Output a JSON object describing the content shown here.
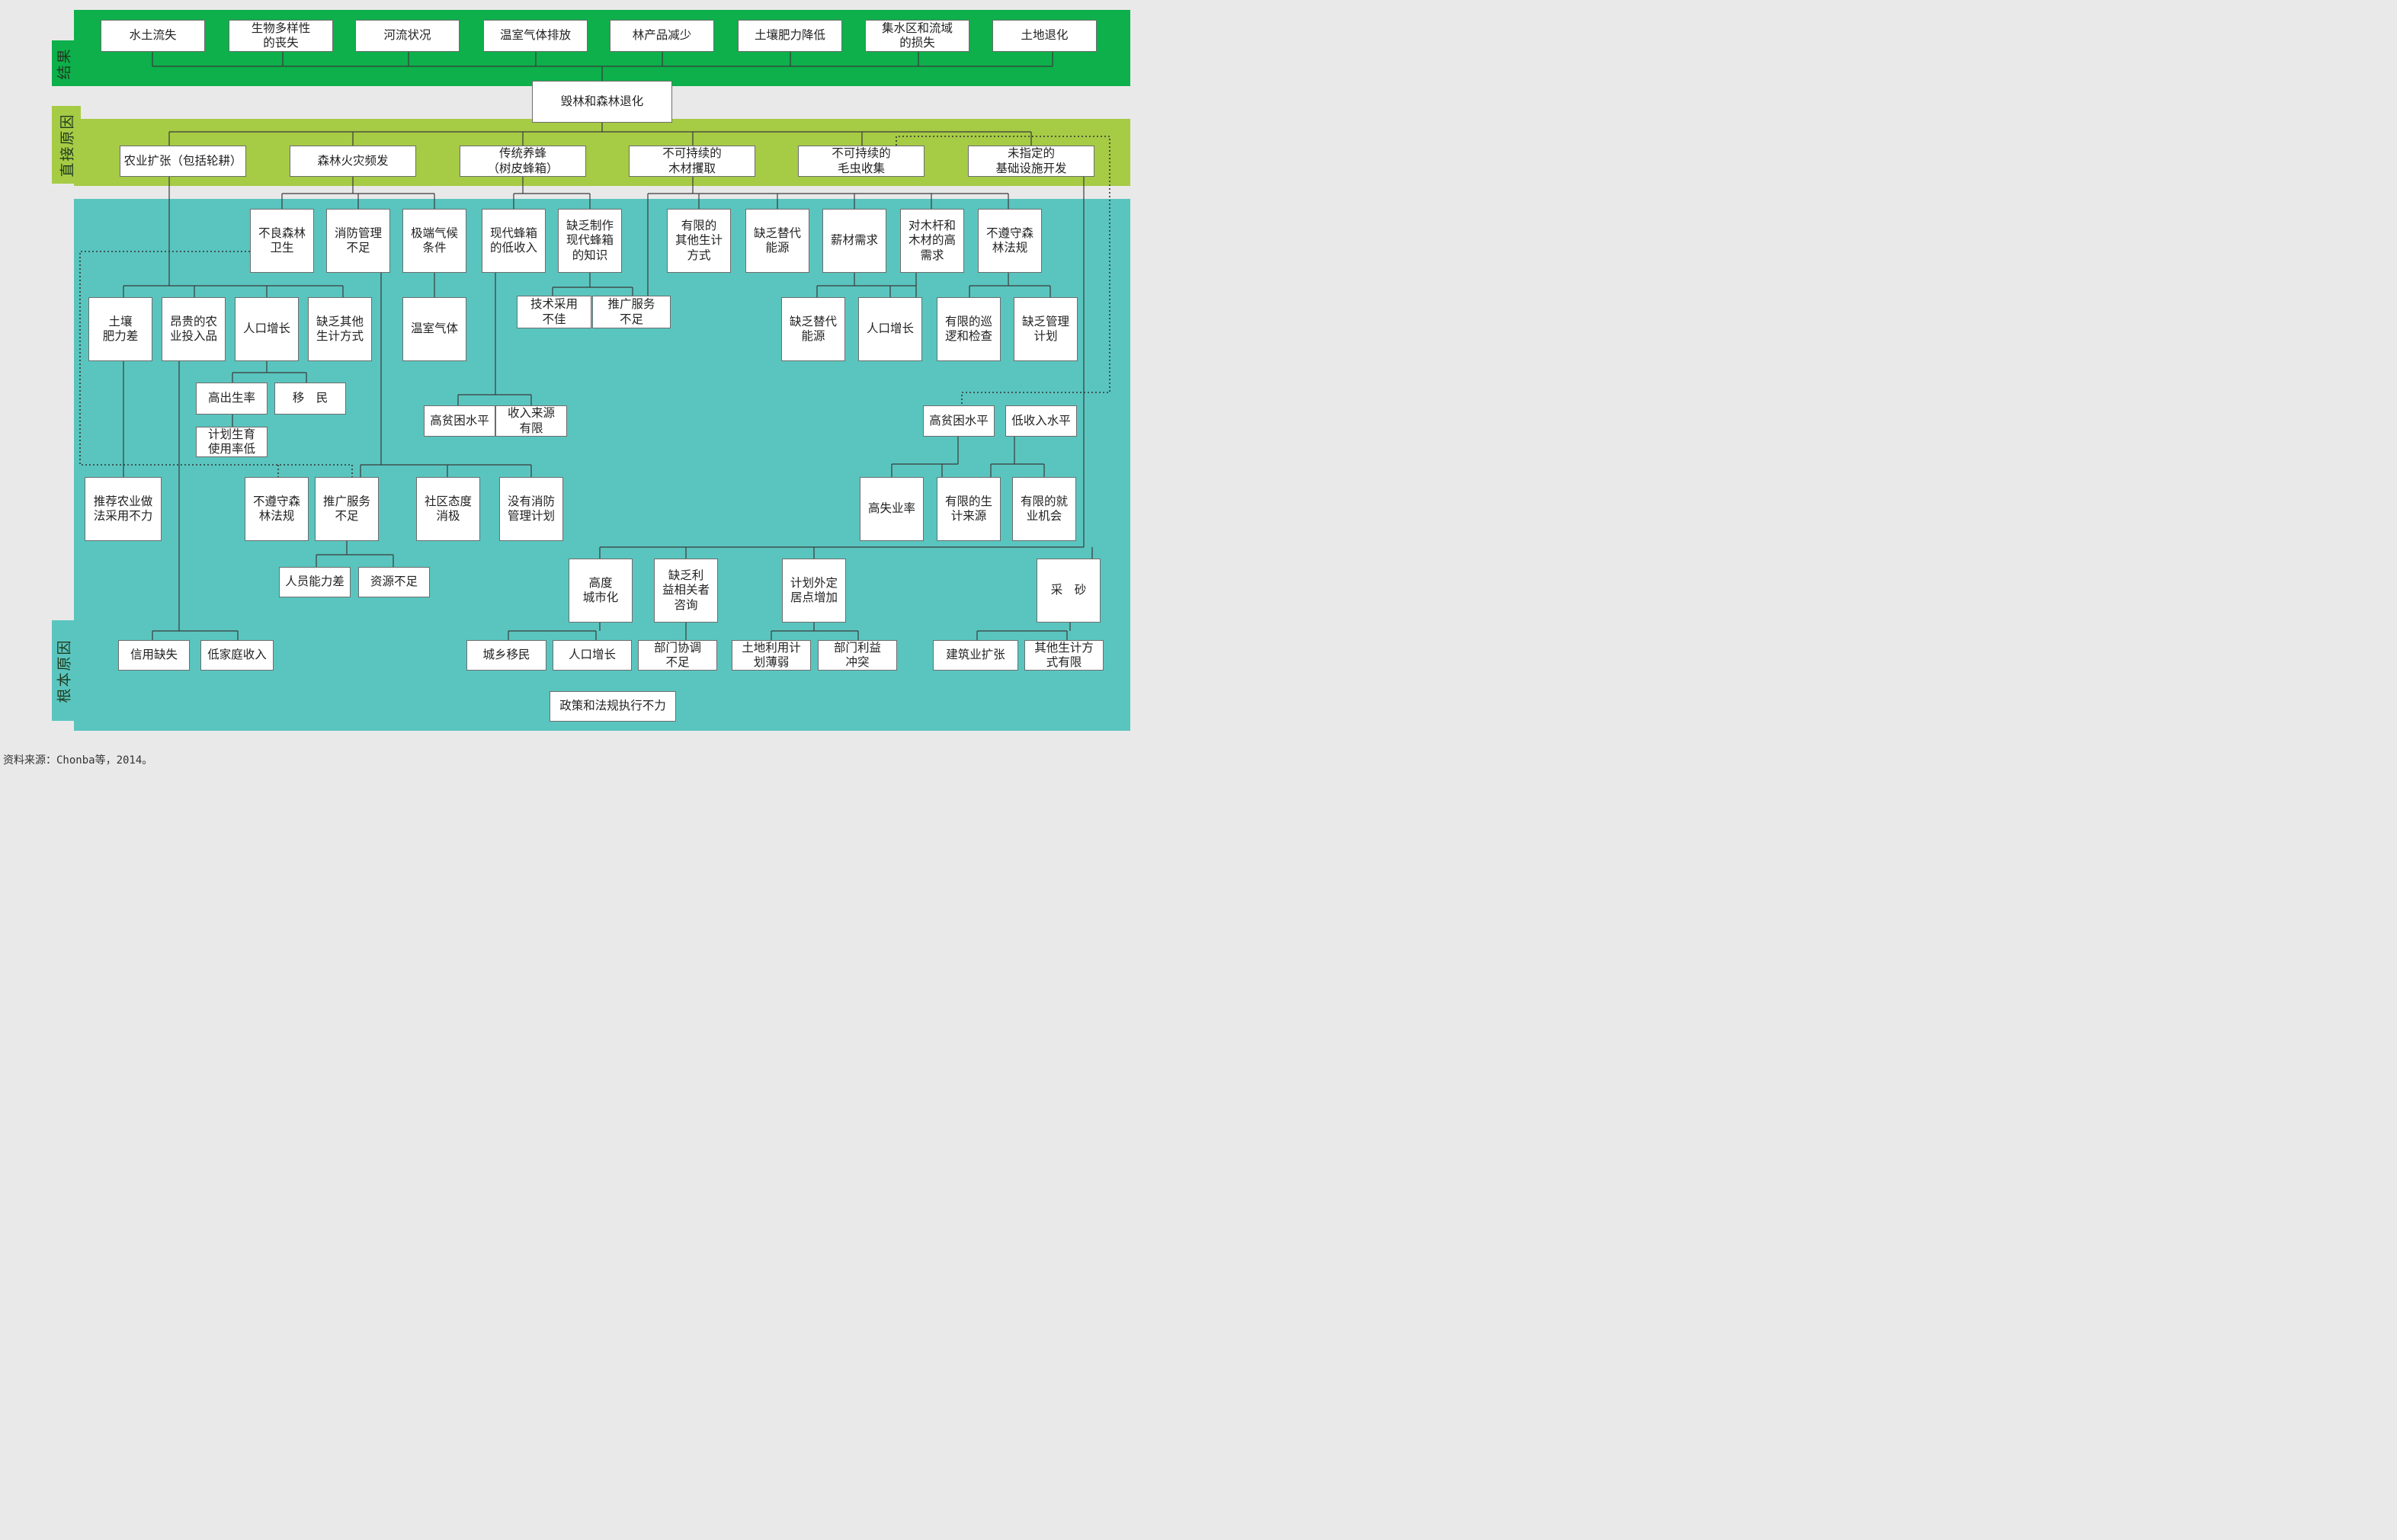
{
  "sections": {
    "result": "结果",
    "direct": "直接原因",
    "root": "根本原因"
  },
  "colors": {
    "result_band": "#0db04b",
    "direct_band": "#a6cb45",
    "root_band": "#5ac5bf",
    "page_bg": "#e9e9e9"
  },
  "nodes": {
    "r1": "水土流失",
    "r2": "生物多样性\n的丧失",
    "r3": "河流状况",
    "r4": "温室气体排放",
    "r5": "林产品减少",
    "r6": "土壤肥力降低",
    "r7": "集水区和流域\n的损失",
    "r8": "土地退化",
    "center": "毁林和森林退化",
    "d1": "农业扩张（包括轮耕）",
    "d2": "森林火灾频发",
    "d3": "传统养蜂\n（树皮蜂箱）",
    "d4": "不可持续的\n木材攫取",
    "d5": "不可持续的\n毛虫收集",
    "d6": "未指定的\n基础设施开发",
    "a1": "不良森林\n卫生",
    "a2": "消防管理\n不足",
    "a3": "极端气候\n条件",
    "a4": "现代蜂箱\n的低收入",
    "a5": "缺乏制作\n现代蜂箱\n的知识",
    "a6": "有限的\n其他生计\n方式",
    "a7": "缺乏替代\n能源",
    "a8": "薪材需求",
    "a9": "对木杆和\n木材的高\n需求",
    "a10": "不遵守森\n林法规",
    "b1": "土壤\n肥力差",
    "b2": "昂贵的农\n业投入品",
    "b3": "人口增长",
    "b4": "缺乏其他\n生计方式",
    "b5": "温室气体",
    "b6": "技术采用\n不佳",
    "b7": "推广服务\n不足",
    "b8": "缺乏替代\n能源",
    "b9": "人口增长",
    "b10": "有限的巡\n逻和检查",
    "b11": "缺乏管理\n计划",
    "c1": "高出生率",
    "c2": "移　民",
    "c3": "计划生育\n使用率低",
    "c4": "高贫困水平",
    "c5": "收入来源\n有限",
    "c6": "高贫困水平",
    "c7": "低收入水平",
    "e1": "推荐农业做\n法采用不力",
    "e2": "不遵守森\n林法规",
    "e3": "推广服务\n不足",
    "e4": "社区态度\n消极",
    "e5": "没有消防\n管理计划",
    "e6": "高失业率",
    "e7": "有限的生\n计来源",
    "e8": "有限的就\n业机会",
    "f1": "人员能力差",
    "f2": "资源不足",
    "g1": "高度\n城市化",
    "g2": "缺乏利\n益相关者\n咨询",
    "g3": "计划外定\n居点增加",
    "g4": "采　砂",
    "h1": "信用缺失",
    "h2": "低家庭收入",
    "h3": "城乡移民",
    "h4": "人口增长",
    "h5": "部门协调\n不足",
    "h6": "土地利用计\n划薄弱",
    "h7": "部门利益\n冲突",
    "h8": "建筑业扩张",
    "h9": "其他生计方\n式有限",
    "policy": "政策和法规执行不力"
  },
  "source": "资料来源：Chonba等，2014。"
}
